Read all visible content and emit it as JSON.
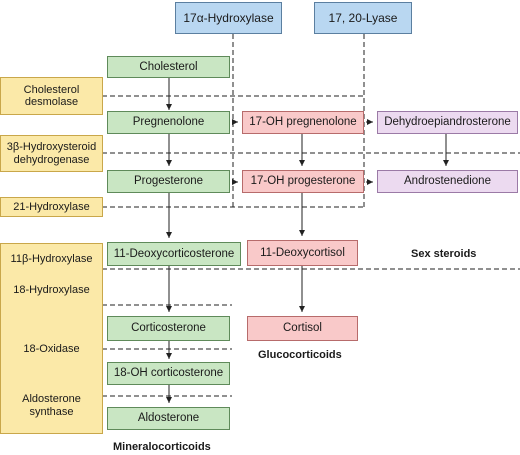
{
  "enzymes_top": {
    "hydroxylase17a": "17α-Hydroxylase",
    "lyase": "17, 20-Lyase"
  },
  "enzymes_left": {
    "cholesterol_desmolase": "Cholesterol desmolase",
    "hsd3b": "3β-Hydroxysteroid dehydrogenase",
    "hydroxylase21": "21-Hydroxylase",
    "hydroxylase11b": "11β-Hydroxylase",
    "hydroxylase18": "18-Hydroxylase",
    "oxidase18": "18-Oxidase",
    "aldosterone_synthase": "Aldosterone synthase"
  },
  "mineralocorticoid_path": {
    "cholesterol": "Cholesterol",
    "pregnenolone": "Pregnenolone",
    "progesterone": "Progesterone",
    "deoxycorticosterone": "11-Deoxycorticosterone",
    "corticosterone": "Corticosterone",
    "oh18_corticosterone": "18-OH corticosterone",
    "aldosterone": "Aldosterone"
  },
  "glucocorticoid_path": {
    "oh17_pregnenolone": "17-OH pregnenolone",
    "oh17_progesterone": "17-OH progesterone",
    "deoxycortisol": "11-Deoxycortisol",
    "cortisol": "Cortisol"
  },
  "sex_path": {
    "dhea": "Dehydroepiandrosterone",
    "androstenedione": "Androstenedione"
  },
  "group_labels": {
    "sex_steroids": "Sex steroids",
    "glucocorticoids": "Glucocorticoids",
    "mineralocorticoids": "Mineralocorticoids"
  },
  "colors": {
    "mineralocorticoid": "#c9e6c3",
    "glucocorticoid": "#f9c9c9",
    "sex_steroid": "#ecdaf0",
    "enzyme_top": "#b9d7f1",
    "enzyme_left": "#fbe9a8"
  }
}
